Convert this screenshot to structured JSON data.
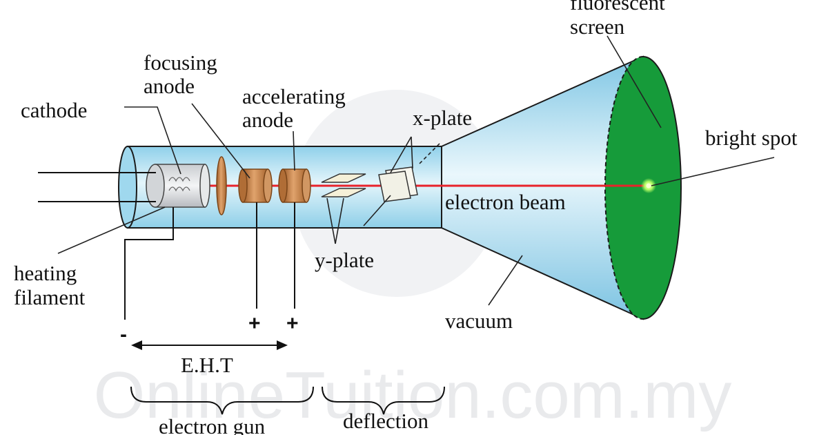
{
  "watermark": "OnlineTuition.com.my",
  "labels": {
    "fluorescent": "fluorescent",
    "screen": "screen",
    "focusing": "focusing",
    "focusing_anode": "anode",
    "cathode": "cathode",
    "accelerating": "accelerating",
    "accelerating_anode": "anode",
    "x_plate": "x-plate",
    "bright_spot": "bright spot",
    "electron_beam": "electron beam",
    "y_plate": "y-plate",
    "heating": "heating",
    "filament": "filament",
    "vacuum": "vacuum",
    "eht": "E.H.T",
    "electron_gun": "electron gun",
    "deflection": "deflection"
  },
  "signs": {
    "minus": "-",
    "plus_focusing": "+",
    "plus_accelerating": "+"
  },
  "colors": {
    "glass": "#b9e3f2",
    "screen": "#169b3a",
    "beam": "#e8222a",
    "anode": "#c9884e",
    "bright_spot": "#b8ff66"
  }
}
